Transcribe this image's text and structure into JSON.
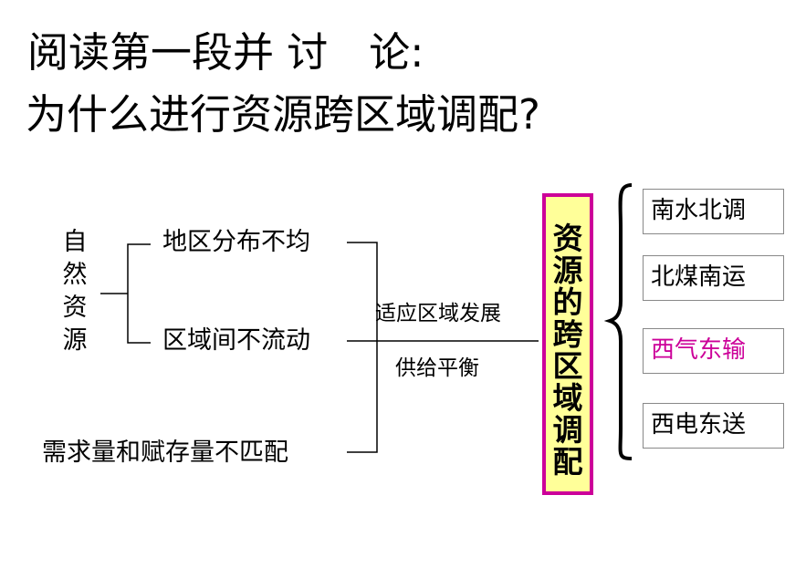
{
  "title": {
    "line1": "阅读第一段并 讨　论:",
    "line2": "为什么进行资源跨区域调配?"
  },
  "natural_resources": [
    "自",
    "然",
    "资",
    "源"
  ],
  "nodes": {
    "uneven_distribution": "地区分布不均",
    "no_flow": "区域间不流动",
    "mismatch": "需求量和赋存量不匹配",
    "adapt_development": "适应区域发展",
    "supply_balance": "供给平衡"
  },
  "central_box": [
    "资",
    "源",
    "的",
    "跨",
    "区",
    "域",
    "调",
    "配"
  ],
  "projects": [
    {
      "label": "南水北调",
      "color": "#000000"
    },
    {
      "label": "北煤南运",
      "color": "#000000"
    },
    {
      "label": "西气东输",
      "color": "#cc0099"
    },
    {
      "label": "西电东送",
      "color": "#000000"
    }
  ],
  "colors": {
    "box_fill": "#ffff99",
    "box_border": "#cc0099",
    "highlight": "#cc0099"
  }
}
